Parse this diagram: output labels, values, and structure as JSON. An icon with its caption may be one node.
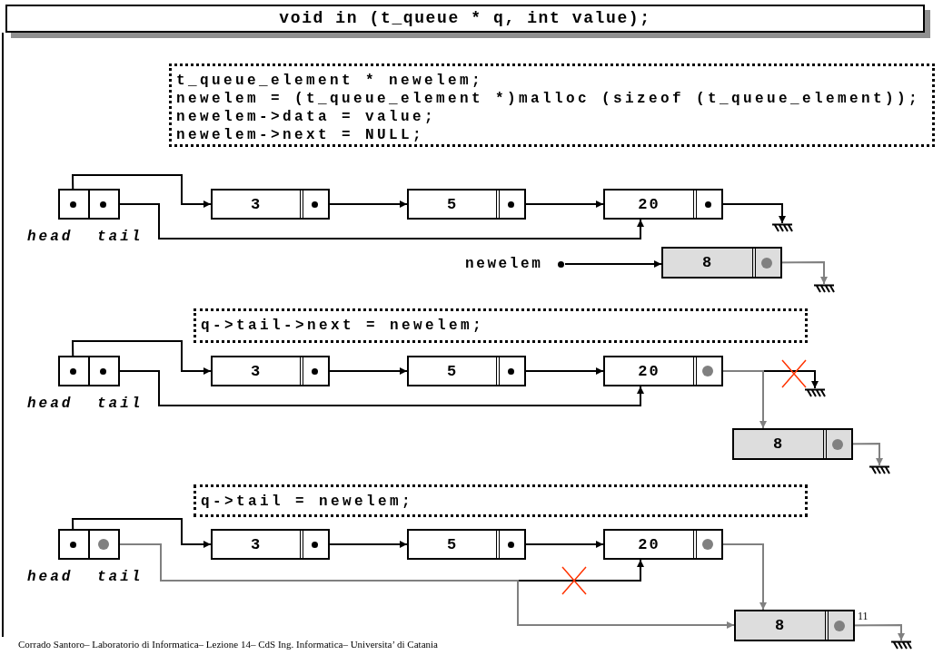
{
  "diagram": {
    "title": "void in (t_queue * q, int value);",
    "nodes": [
      {
        "text": [
          "t_queue_element * newelem;",
          "newelem = (t_queue_element *)malloc (sizeof (t_queue_element));",
          "newelem->data = value;",
          "newelem->next = NULL;"
        ]
      },
      {
        "text": [],
        "shape": "box",
        "beside": [
          "head"
        ]
      },
      {
        "text": [],
        "shape": "box",
        "beside": [
          "tail"
        ]
      },
      {
        "text": [
          "3"
        ]
      },
      {
        "text": [
          "5"
        ]
      },
      {
        "text": [
          "20"
        ]
      },
      {
        "text": [],
        "shape": "ground"
      },
      {
        "text": [
          "newelem"
        ]
      },
      {
        "text": [
          "8"
        ]
      },
      {
        "text": [],
        "shape": "ground"
      },
      {
        "text": [
          "q->tail->next = newelem;"
        ]
      },
      {
        "text": [],
        "shape": "box",
        "beside": [
          "head"
        ]
      },
      {
        "text": [],
        "shape": "box",
        "beside": [
          "tail"
        ]
      },
      {
        "text": [
          "3"
        ]
      },
      {
        "text": [
          "5"
        ]
      },
      {
        "text": [
          "20"
        ]
      },
      {
        "text": [],
        "shape": "ground"
      },
      {
        "text": [
          "8"
        ]
      },
      {
        "text": [],
        "shape": "ground"
      },
      {
        "text": [
          "q->tail = newelem;"
        ]
      },
      {
        "text": [],
        "shape": "box",
        "beside": [
          "head"
        ]
      },
      {
        "text": [],
        "shape": "box",
        "beside": [
          "tail"
        ]
      },
      {
        "text": [
          "3"
        ]
      },
      {
        "text": [
          "5"
        ]
      },
      {
        "text": [
          "20"
        ]
      },
      {
        "text": [
          "8"
        ]
      },
      {
        "text": [],
        "shape": "ground"
      }
    ],
    "edges": [
      {
        "from": 1,
        "to": 3,
        "arrow": "to"
      },
      {
        "from": 2,
        "to": 5,
        "arrow": "to"
      },
      {
        "from": 3,
        "to": 4,
        "arrow": "to"
      },
      {
        "from": 4,
        "to": 5,
        "arrow": "to"
      },
      {
        "from": 5,
        "to": 6,
        "arrow": "to"
      },
      {
        "from": 7,
        "to": 8,
        "arrow": "to"
      },
      {
        "from": 8,
        "to": 9,
        "arrow": "to",
        "color": "#808080"
      },
      {
        "from": 11,
        "to": 13,
        "arrow": "to"
      },
      {
        "from": 12,
        "to": 15,
        "arrow": "to"
      },
      {
        "from": 13,
        "to": 14,
        "arrow": "to"
      },
      {
        "from": 14,
        "to": 15,
        "arrow": "to"
      },
      {
        "from": 15,
        "to": 16,
        "arrow": "to"
      },
      {
        "from": 15,
        "to": 17,
        "arrow": "to",
        "color": "#808080"
      },
      {
        "from": 17,
        "to": 18,
        "arrow": "to",
        "color": "#808080"
      },
      {
        "from": 20,
        "to": 22,
        "arrow": "to"
      },
      {
        "from": 21,
        "to": 24,
        "arrow": "to"
      },
      {
        "from": 21,
        "to": 25,
        "arrow": "to",
        "color": "#808080"
      },
      {
        "from": 22,
        "to": 23,
        "arrow": "to"
      },
      {
        "from": 23,
        "to": 24,
        "arrow": "to"
      },
      {
        "from": 24,
        "to": 25,
        "arrow": "to",
        "color": "#808080"
      },
      {
        "from": 25,
        "to": 26,
        "arrow": "to",
        "color": "#808080"
      }
    ],
    "labels": [
      "Corrado Santoro– Laboratorio di Informatica– Lezione 14– CdS Ing. Informatica– Universita’ di Catania",
      "11"
    ]
  }
}
